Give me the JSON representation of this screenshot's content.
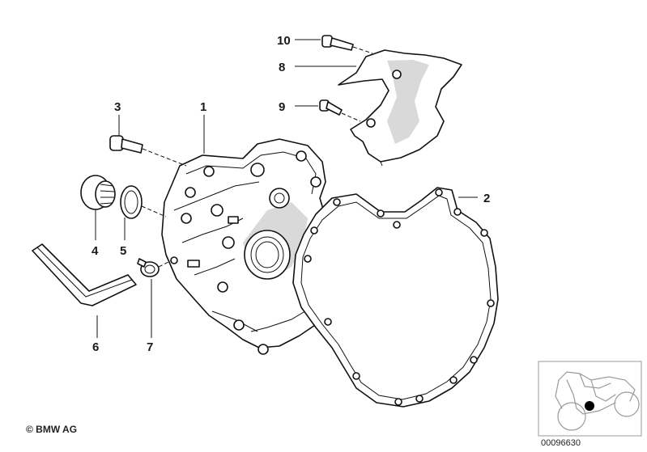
{
  "callouts": {
    "c1": "1",
    "c2": "2",
    "c3": "3",
    "c4": "4",
    "c5": "5",
    "c6": "6",
    "c7": "7",
    "c8": "8",
    "c9": "9",
    "c10": "10"
  },
  "footer": {
    "copyright": "© BMW AG",
    "image_number": "00096630"
  }
}
